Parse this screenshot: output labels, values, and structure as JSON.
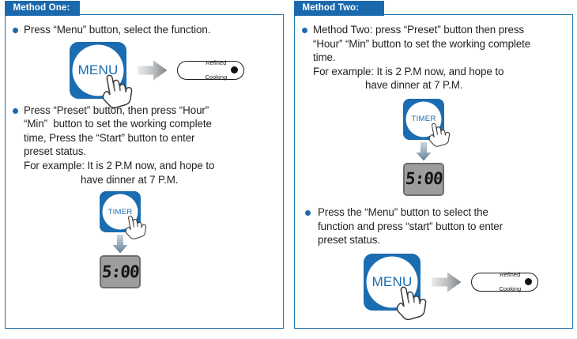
{
  "colors": {
    "panel_border": "#2176ae",
    "tab_blue": "#1b69ad",
    "button_blue": "#1b6cb0",
    "bullet_blue": "#1b69ad",
    "lcd_face": "#9d9d9d",
    "lcd_border": "#6e6e6e",
    "text": "#231f20"
  },
  "left_panel": {
    "tab_label": "Method One:",
    "bullet1": {
      "lines": [
        "Press “Menu” button, select the function."
      ]
    },
    "graphic1": {
      "button_label": "MENU",
      "arrow_icon": "arrow-right-icon",
      "hand_icon": "pointing-hand-icon",
      "indicator": {
        "line1": "Refined",
        "line2": "Cooking",
        "led_icon": "led-indicator-icon"
      }
    },
    "bullet2": {
      "lines": [
        "Press “Preset” button, then press “Hour”",
        "“Min”  button to set the working complete",
        "time, Press the “Start” button to enter",
        "preset status.",
        "For example: It is 2 P.M now, and hope to"
      ],
      "indented_line": "have dinner at 7 P.M."
    },
    "graphic2": {
      "button_label": "TIMER",
      "hand_icon": "pointing-hand-icon",
      "arrow_icon": "arrow-down-icon",
      "display_value": "5:00"
    }
  },
  "right_panel": {
    "tab_label": "Method Two:",
    "bullet1": {
      "lines": [
        "Method Two: press “Preset” button then press",
        "“Hour” “Min” button to set the working complete",
        "time.",
        "For example: It is 2 P.M now, and hope to"
      ],
      "indented_line": "have dinner at 7 P.M."
    },
    "graphic1": {
      "button_label": "TIMER",
      "hand_icon": "pointing-hand-icon",
      "arrow_icon": "arrow-down-icon",
      "display_value": "5:00"
    },
    "bullet2": {
      "lines": [
        "Press the “Menu” button to select the",
        "function and press “start” button to enter",
        "preset status."
      ]
    },
    "graphic2": {
      "button_label": "MENU",
      "arrow_icon": "arrow-right-icon",
      "hand_icon": "pointing-hand-icon",
      "indicator": {
        "line1": "Refined",
        "line2": "Cooking",
        "led_icon": "led-indicator-icon"
      }
    }
  }
}
